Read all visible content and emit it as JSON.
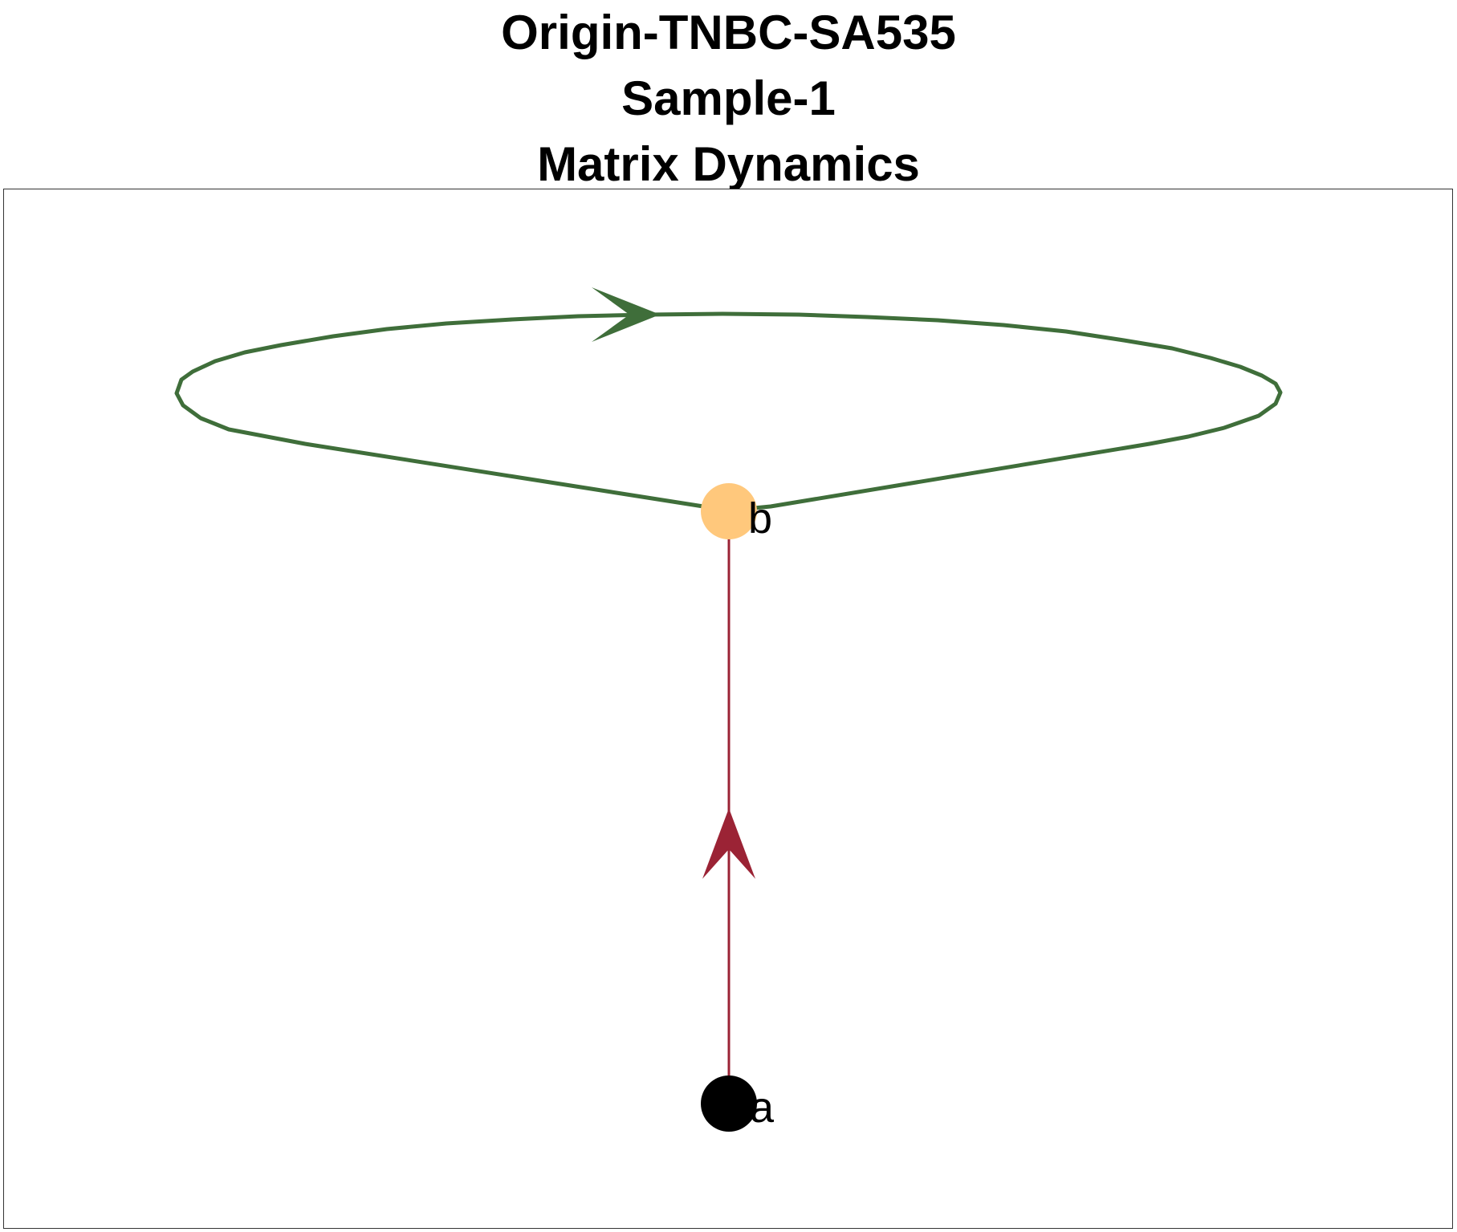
{
  "title": {
    "line1": "Origin-TNBC-SA535",
    "line2": "Sample-1",
    "line3": "Matrix Dynamics"
  },
  "graph": {
    "nodes": [
      {
        "id": "a",
        "label": "a",
        "color": "#000000"
      },
      {
        "id": "b",
        "label": "b",
        "color": "#FFC87C"
      }
    ],
    "edges": [
      {
        "from": "a",
        "to": "b",
        "color": "#9B2335",
        "kind": "straight"
      },
      {
        "from": "b",
        "to": "b",
        "color": "#3F6E3A",
        "kind": "self-loop"
      }
    ]
  }
}
